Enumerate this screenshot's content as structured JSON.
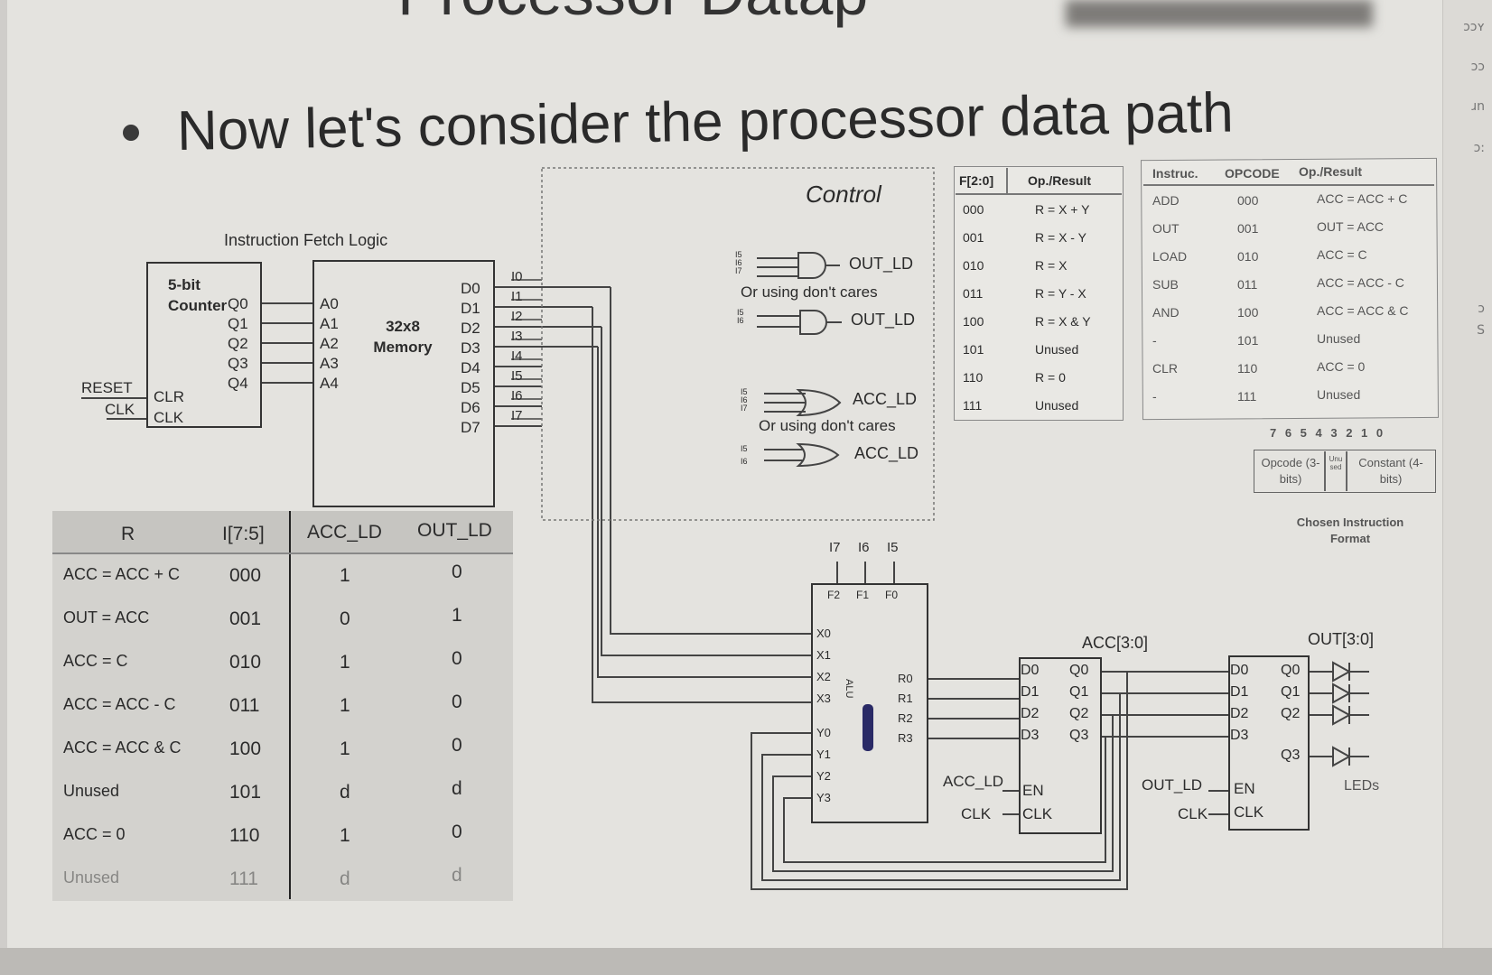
{
  "title_partial": "Processor Datap",
  "heading": "Now let's consider the processor data path",
  "fetch": {
    "title": "Instruction Fetch Logic",
    "counter_label": "5-bit Counter",
    "counter_outputs": [
      "Q0",
      "Q1",
      "Q2",
      "Q3",
      "Q4"
    ],
    "reset": "RESET",
    "clk": "CLK",
    "clr_pin": "CLR",
    "clk_pin": "CLK",
    "memory_label": "32x8 Memory",
    "addr": [
      "A0",
      "A1",
      "A2",
      "A3",
      "A4"
    ],
    "data": [
      "D0",
      "D1",
      "D2",
      "D3",
      "D4",
      "D5",
      "D6",
      "D7"
    ],
    "instr_bits": [
      "I0",
      "I1",
      "I2",
      "I3",
      "I4",
      "I5",
      "I6",
      "I7"
    ]
  },
  "control": {
    "title": "Control",
    "gate1_inputs": [
      "I5",
      "I6",
      "I7"
    ],
    "out_ld": "OUT_LD",
    "dont_cares": "Or using don't cares",
    "gate2_inputs": [
      "I5",
      "I6"
    ],
    "acc_ld": "ACC_LD",
    "gate3_inputs": [
      "I5",
      "I6",
      "I7"
    ],
    "gate4_inputs": [
      "I5",
      "I6"
    ]
  },
  "alu_table": {
    "headers": [
      "F[2:0]",
      "Op./Result"
    ],
    "rows": [
      [
        "000",
        "R = X + Y"
      ],
      [
        "001",
        "R = X - Y"
      ],
      [
        "010",
        "R = X"
      ],
      [
        "011",
        "R = Y - X"
      ],
      [
        "100",
        "R = X & Y"
      ],
      [
        "101",
        "Unused"
      ],
      [
        "110",
        "R = 0"
      ],
      [
        "111",
        "Unused"
      ]
    ]
  },
  "instr_table": {
    "headers": [
      "Instruc.",
      "OPCODE",
      "Op./Result"
    ],
    "rows": [
      [
        "ADD",
        "000",
        "ACC = ACC + C"
      ],
      [
        "OUT",
        "001",
        "OUT = ACC"
      ],
      [
        "LOAD",
        "010",
        "ACC = C"
      ],
      [
        "SUB",
        "011",
        "ACC = ACC - C"
      ],
      [
        "AND",
        "100",
        "ACC = ACC & C"
      ],
      [
        "-",
        "101",
        "Unused"
      ],
      [
        "CLR",
        "110",
        "ACC = 0"
      ],
      [
        "-",
        "111",
        "Unused"
      ]
    ]
  },
  "format": {
    "bits": "7 6 5 4 3 2 1 0",
    "opcode": "Opcode (3-bits)",
    "unused": "Unu sed",
    "constant": "Constant (4-bits)",
    "caption": "Chosen Instruction Format"
  },
  "truth": {
    "headers": [
      "R",
      "I[7:5]",
      "ACC_LD",
      "OUT_LD"
    ],
    "rows": [
      [
        "ACC = ACC + C",
        "000",
        "1",
        "0"
      ],
      [
        "OUT = ACC",
        "001",
        "0",
        "1"
      ],
      [
        "ACC = C",
        "010",
        "1",
        "0"
      ],
      [
        "ACC = ACC - C",
        "011",
        "1",
        "0"
      ],
      [
        "ACC = ACC & C",
        "100",
        "1",
        "0"
      ],
      [
        "Unused",
        "101",
        "d",
        "d"
      ],
      [
        "ACC = 0",
        "110",
        "1",
        "0"
      ],
      [
        "Unused",
        "111",
        "d",
        "d"
      ]
    ]
  },
  "datapath": {
    "alu_top_inputs": [
      "I7",
      "I6",
      "I5"
    ],
    "alu_f": [
      "F2",
      "F1",
      "F0"
    ],
    "alu_x": [
      "X0",
      "X1",
      "X2",
      "X3"
    ],
    "alu_y": [
      "Y0",
      "Y1",
      "Y2",
      "Y3"
    ],
    "alu_r": [
      "R0",
      "R1",
      "R2",
      "R3"
    ],
    "alu_label": "ALU",
    "acc_bus": "ACC[3:0]",
    "out_bus": "OUT[3:0]",
    "reg_d": [
      "D0",
      "D1",
      "D2",
      "D3"
    ],
    "reg_q": [
      "Q0",
      "Q1",
      "Q2",
      "Q3"
    ],
    "acc_ld": "ACC_LD",
    "out_ld": "OUT_LD",
    "en": "EN",
    "clk": "CLK",
    "leds": "LEDs"
  },
  "edge_text": [
    "ɔɔʏ",
    "ɔɔ",
    "ɹn",
    "ɔ:",
    "ɔ",
    "S"
  ]
}
